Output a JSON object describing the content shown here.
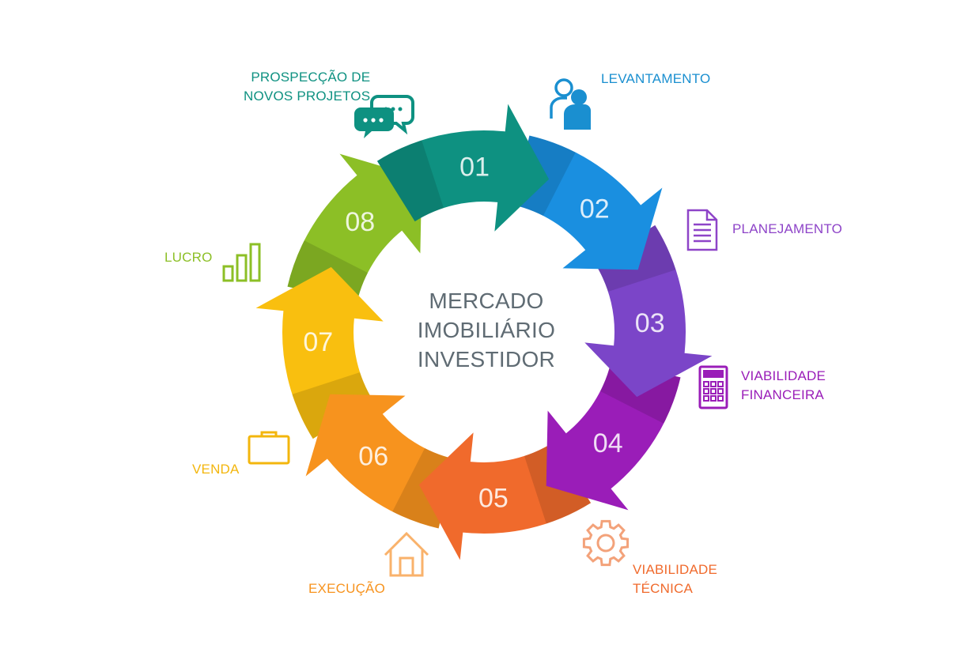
{
  "center": {
    "line1": "MERCADO",
    "line2": "IMOBILIÁRIO",
    "line3": "INVESTIDOR"
  },
  "steps": [
    {
      "number": "01",
      "label_lines": [
        "PROSPECÇÃO DE",
        "NOVOS PROJETOS"
      ],
      "color": "#0e9181",
      "icon": "chat-bubbles-icon"
    },
    {
      "number": "02",
      "label_lines": [
        "LEVANTAMENTO"
      ],
      "color": "#1a8fe0",
      "icon": "people-icon"
    },
    {
      "number": "03",
      "label_lines": [
        "PLANEJAMENTO"
      ],
      "color": "#7b45c8",
      "icon": "document-icon"
    },
    {
      "number": "04",
      "label_lines": [
        "VIABILIDADE",
        "FINANCEIRA"
      ],
      "color": "#9a1db8",
      "icon": "calculator-icon"
    },
    {
      "number": "05",
      "label_lines": [
        "VIABILIDADE",
        "TÉCNICA"
      ],
      "color": "#f06a2c",
      "icon": "gear-icon"
    },
    {
      "number": "06",
      "label_lines": [
        "EXECUÇÃO"
      ],
      "color": "#f7931e",
      "icon": "house-icon"
    },
    {
      "number": "07",
      "label_lines": [
        "VENDA"
      ],
      "color": "#f9bf0f",
      "icon": "briefcase-icon"
    },
    {
      "number": "08",
      "label_lines": [
        "LUCRO"
      ],
      "color": "#8cbf26",
      "icon": "bar-chart-icon"
    }
  ],
  "label_colors": [
    "#0e9181",
    "#1a8fd0",
    "#8e44c8",
    "#9a1db8",
    "#f06a2c",
    "#f7931e",
    "#f3b60d",
    "#8cbf26"
  ]
}
